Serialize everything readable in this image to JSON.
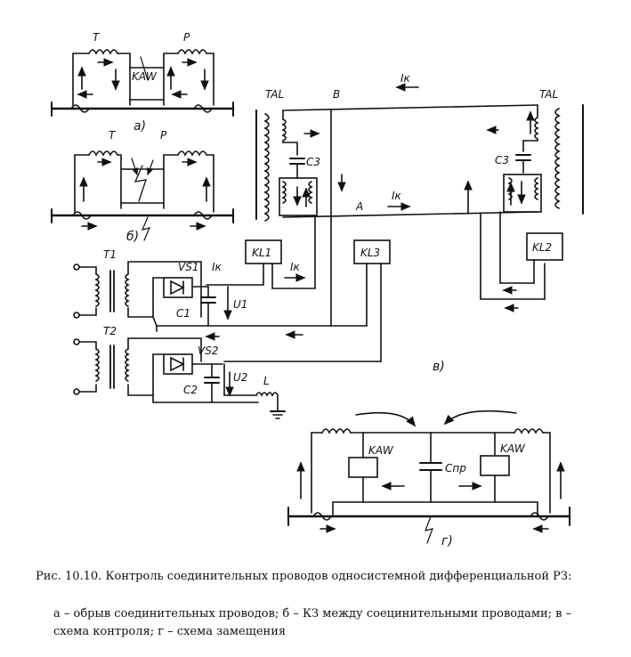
{
  "labels": {
    "T_a": "T",
    "P_a": "P",
    "KAW_a": "KAW",
    "sub_a": "а)",
    "T_b": "T",
    "P_b": "P",
    "sub_b": "б)",
    "TAL_left": "TAL",
    "TAL_right": "TAL",
    "B": "B",
    "A": "A",
    "Ik_top": "Iк",
    "Ik_mid": "Iк",
    "Ik_kl1a": "Iк",
    "Ik_kl1b": "Iк",
    "C3_left": "C3",
    "C3_right": "C3",
    "KL1": "KL1",
    "KL2": "KL2",
    "KL3": "KL3",
    "T1": "T1",
    "T2": "T2",
    "VS1": "VS1",
    "VS2": "VS2",
    "C1": "C1",
    "C2": "C2",
    "U1": "U1",
    "U2": "U2",
    "L": "L",
    "sub_v": "в)",
    "KAW_g1": "KAW",
    "KAW_g2": "KAW",
    "Cpr": "Cпр",
    "sub_g": "г)"
  },
  "caption": {
    "line1": "Рис. 10.10. Контроль соединительных проводов односистемной дифференциальной РЗ:",
    "line2": "а – обрыв соединительных проводов; б – КЗ между соецинительными проводами; в – схема контроля; г – схема замещения"
  }
}
